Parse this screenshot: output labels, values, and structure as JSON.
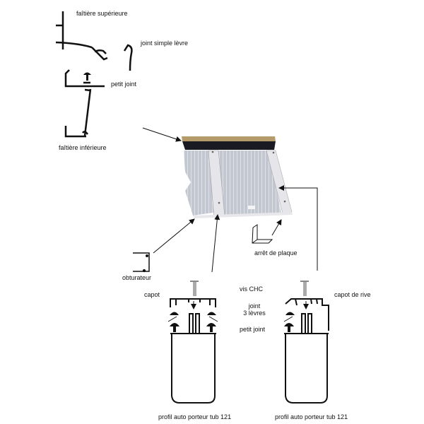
{
  "labels": {
    "faitiere_superieure": "faîtière supérieure",
    "joint_simple_levre": "joint simple lèvre",
    "petit_joint_top": "petit joint",
    "faitiere_inferieure": "faîtière inférieure",
    "arret_de_plaque": "arrêt de plaque",
    "obturateur": "obturateur",
    "capot": "capot",
    "vis_chc": "vis CHC",
    "joint_3_levres_line1": "joint",
    "joint_3_levres_line2": "3 lèvres",
    "petit_joint_bottom": "petit joint",
    "capot_de_rive": "capot de rive",
    "profil_left": "profil auto porteur tub 121",
    "profil_right": "profil auto porteur tub 121"
  },
  "colors": {
    "line": "#111111",
    "panel": "#c9ccd4",
    "profile": "#e4e4e8",
    "ridge": "#1a1a22",
    "wood": "#b59a6a"
  }
}
